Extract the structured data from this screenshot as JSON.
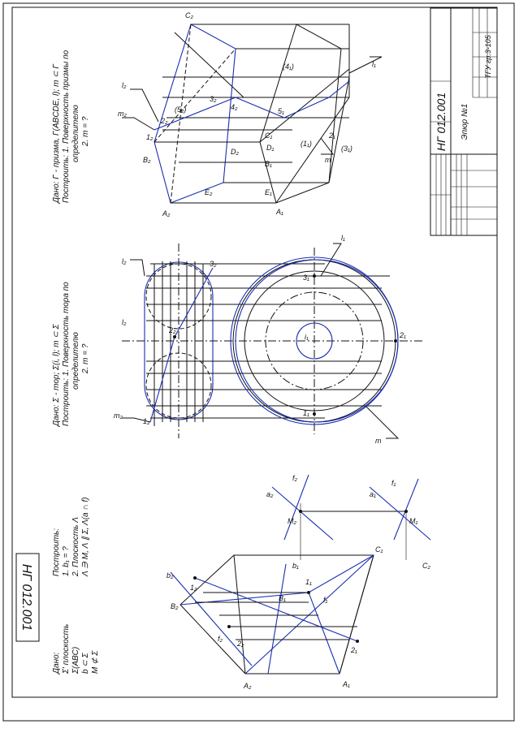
{
  "stamp_code": "НГ 012.001",
  "title_block": {
    "code": "НГ 012.001",
    "title": "Эпюр №1",
    "org": "ТГУ гр.3-105"
  },
  "problem1": {
    "given_head": "Дано:",
    "given_lines": [
      "Σ' плоскость",
      "Σ(ABC)",
      "b ⊂ Σ",
      "M ⊄ Σ"
    ],
    "build_head": "Построить:",
    "build_lines": [
      "1. b₁ = ?",
      "2. Плоскость Λ",
      "Λ ∋ M, Λ ∥ Σ, Λ(a ∩ f)"
    ]
  },
  "problem2": {
    "lines": [
      "Дано: Σ - тор; Σ(i, l); m ⊂ Σ",
      "Построить: 1. Поверхность тора по",
      "определителю",
      "2. m = ?"
    ]
  },
  "problem3": {
    "lines": [
      "Дано: Γ - призма, Γ(ABCDE, l); m ⊂ Γ",
      "Построить: 1. Поверхность призмы по",
      "определителю",
      "2. m = ?"
    ]
  },
  "labels": {
    "A2": "A₂",
    "A1": "A₁",
    "B2": "B₂",
    "B1": "B₁",
    "C1": "C₁",
    "C2": "C₂",
    "b2": "b₂",
    "b1": "b₁",
    "f2": "f₂",
    "f1": "f₁",
    "a2": "a₂",
    "a1": "a₁",
    "M2": "M₂",
    "M1": "M₁",
    "c1": "1₂",
    "c2": "2₂",
    "d1": "1₁",
    "d2": "2₁",
    "t_l2a": "l₂",
    "t_l2b": "l₂",
    "t_l1": "l₁",
    "t_m2": "m₂",
    "t_m1": "m",
    "t_1_2": "1₂",
    "t_2_2": "2₂",
    "t_3_2": "3₂",
    "t_i1": "i₁",
    "t_21": "2₁",
    "t_31": "3₁",
    "t_11": "1₁",
    "p_A2": "A₂",
    "p_B2": "B₂",
    "p_C2": "C₂",
    "p_D2": "D₂",
    "p_E2": "E₂",
    "p_A1": "A₁",
    "p_B1": "B₁",
    "p_C1": "C₁",
    "p_D1": "D₁",
    "p_E1": "E₁",
    "p_l2": "l₂",
    "p_l1": "l₁",
    "p_m2": "m₂",
    "p_m1": "m",
    "p_11": "(1₁)",
    "p_21": "2₁",
    "p_31": "(3₁)",
    "p_41": "(4₁)",
    "p_51": "5₁",
    "p_12": "1₂",
    "p_22": "2₂",
    "p_32": "3₂",
    "p_42": "4₂",
    "p_52": "(5₂)"
  }
}
